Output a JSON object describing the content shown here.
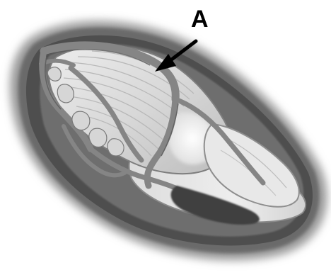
{
  "annotation": {
    "label": "A"
  },
  "colors": {
    "background": "#ffffff",
    "outer_halo": "#8a8a8a",
    "outer_edge": "#5f5f5f",
    "dark_tissue": "#4a4a4a",
    "lining": "#777777",
    "muscle_light": "#e6e6e6",
    "muscle_mid": "#cfcfcf",
    "muscle_shadow": "#bdbdbd",
    "highlight": "#f8f8f8",
    "band": "#8c8c8c",
    "band_dark": "#6f6f6f",
    "ink": "#000000"
  },
  "diagram": {
    "subject": "anatomical-illustration",
    "arrow_points_to": "band"
  }
}
